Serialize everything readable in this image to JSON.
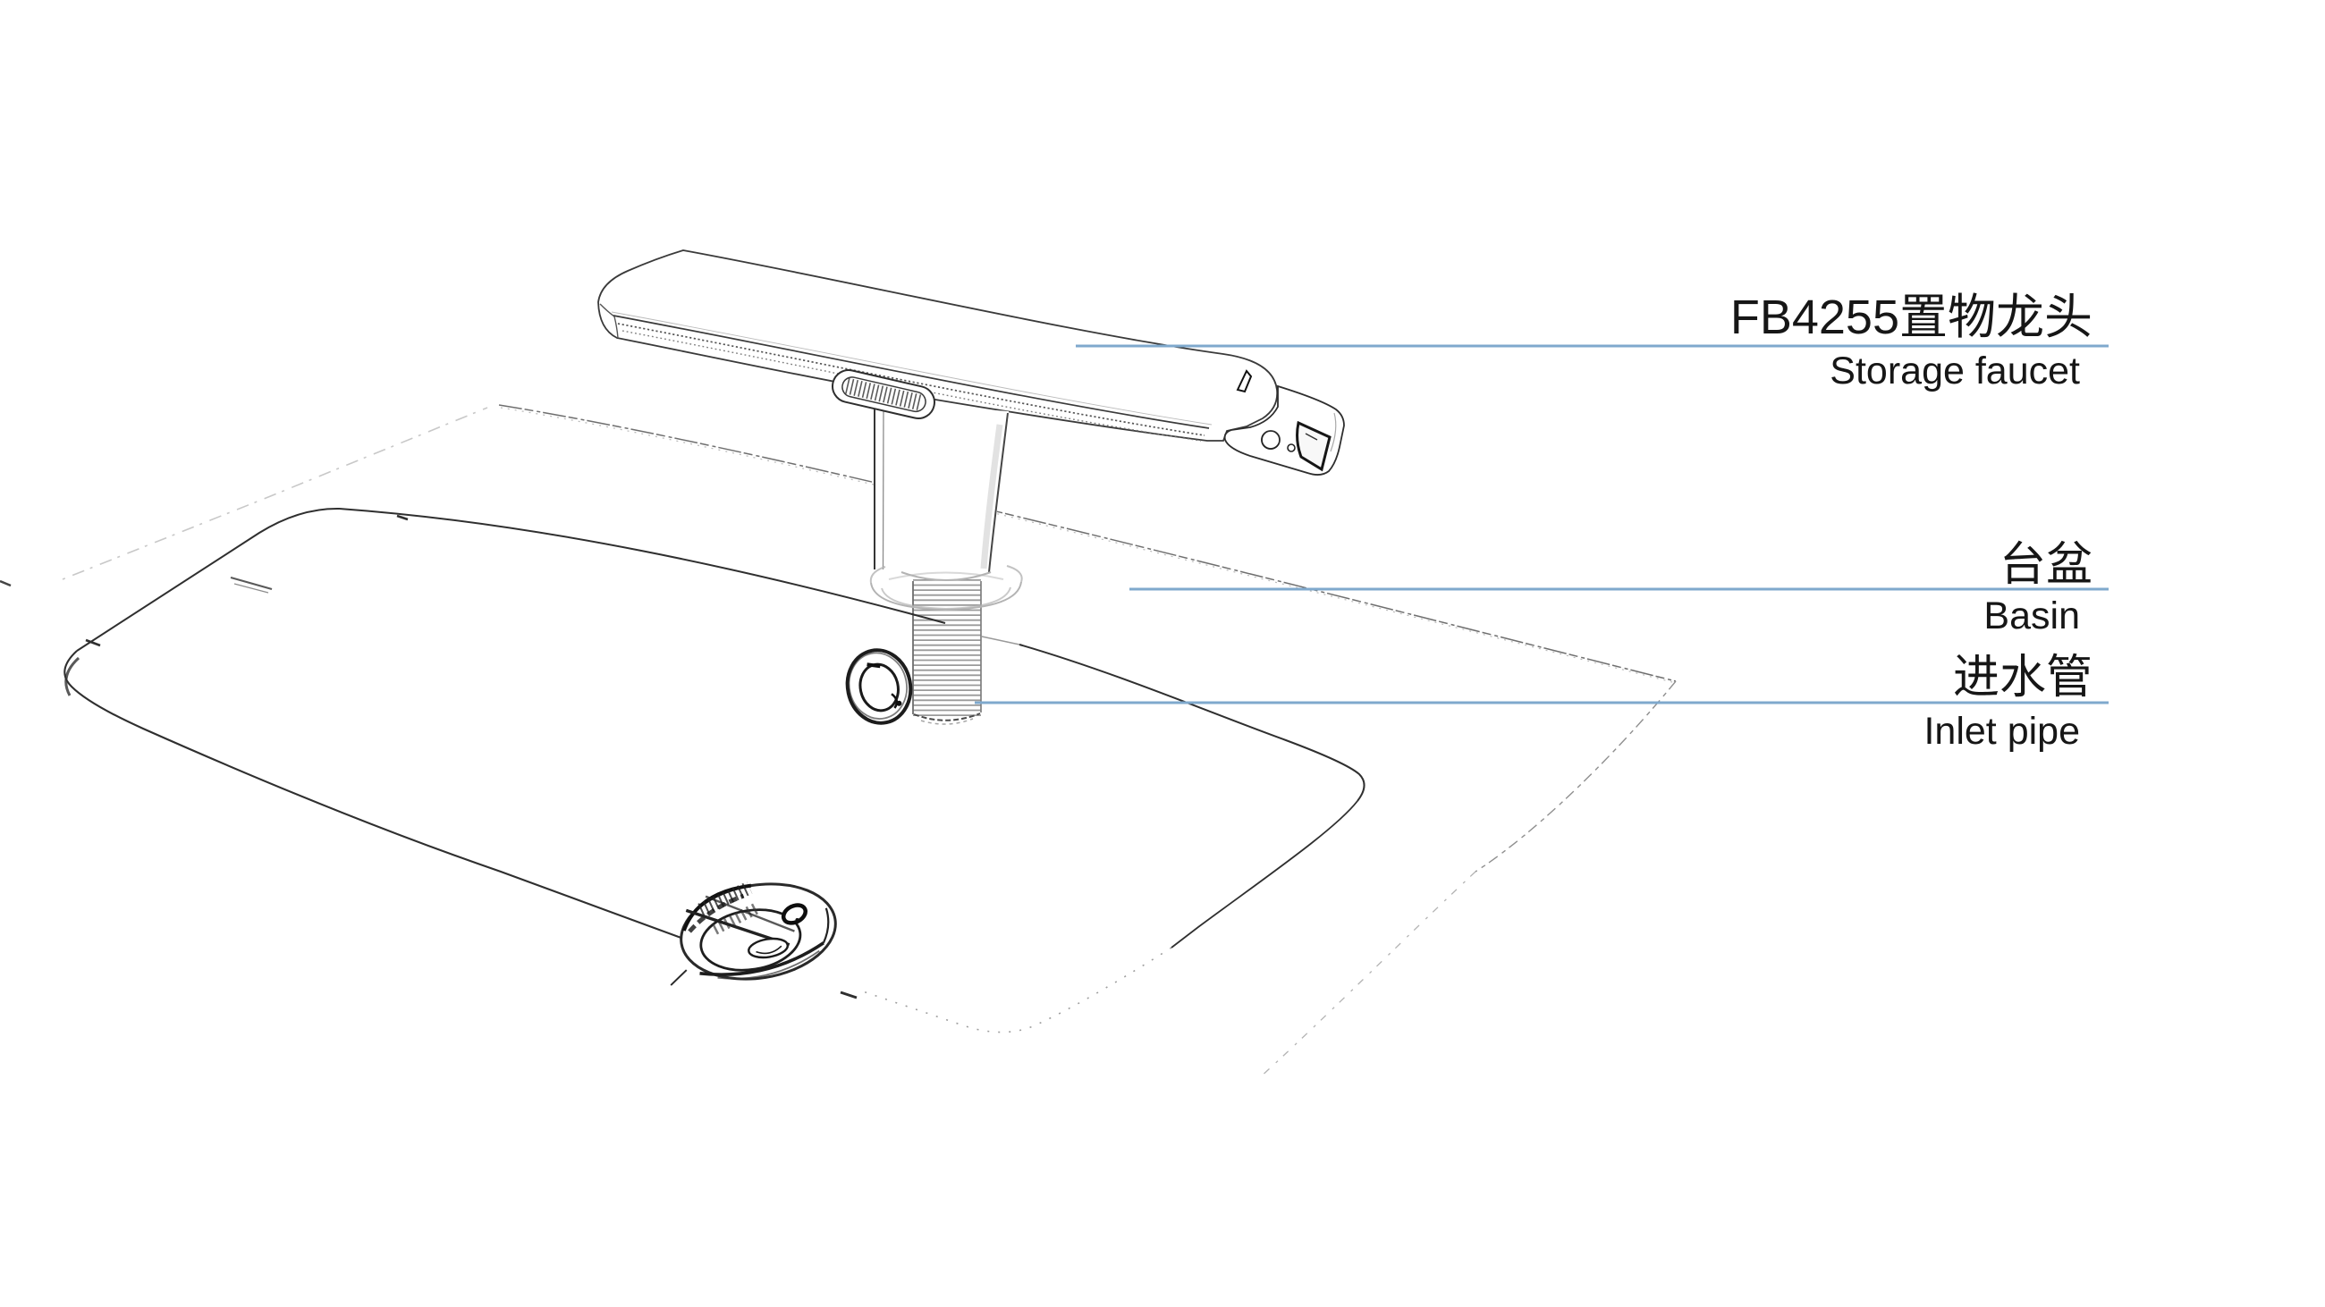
{
  "page": {
    "background": "#ffffff"
  },
  "theme": {
    "leader_line_color": "#7fa9cd",
    "text_color": "#161616"
  },
  "labels": [
    {
      "id": "storage-faucet",
      "zh": "FB4255置物龙头",
      "en": "Storage faucet"
    },
    {
      "id": "basin",
      "zh": "台盆",
      "en": "Basin"
    },
    {
      "id": "inlet-pipe",
      "zh": "进水管",
      "en": "Inlet pipe"
    }
  ]
}
